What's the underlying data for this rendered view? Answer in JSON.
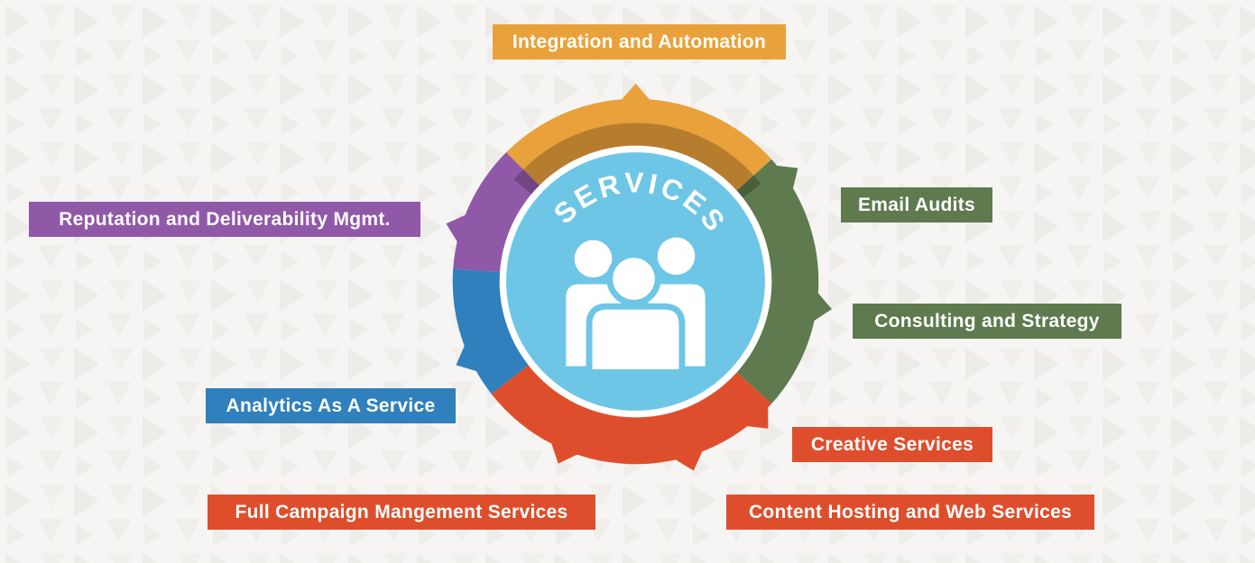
{
  "diagram": {
    "title": "SERVICES",
    "center_icon": "people-group-icon",
    "colors": {
      "orange": "#E9A13B",
      "green": "#5E7A4E",
      "red": "#DF4E2C",
      "blue": "#2F80BC",
      "purple": "#9059A8",
      "center_blue": "#6EC6E6",
      "background": "#F6F5F3",
      "label_text": "#FFFFFF"
    },
    "labels": [
      {
        "text": "Integration and Automation",
        "color": "#E9A13B",
        "position": "top"
      },
      {
        "text": "Email Audits",
        "color": "#5E7A4E",
        "position": "upper-right"
      },
      {
        "text": "Consulting and Strategy",
        "color": "#5E7A4E",
        "position": "right"
      },
      {
        "text": "Creative Services",
        "color": "#DF4E2C",
        "position": "lower-right"
      },
      {
        "text": "Content Hosting and Web Services",
        "color": "#DF4E2C",
        "position": "bottom-right"
      },
      {
        "text": "Full Campaign Mangement Services",
        "color": "#DF4E2C",
        "position": "bottom-left"
      },
      {
        "text": "Analytics As A Service",
        "color": "#2F80BC",
        "position": "lower-left"
      },
      {
        "text": "Reputation and Deliverability Mgmt.",
        "color": "#9059A8",
        "position": "upper-left"
      }
    ]
  }
}
